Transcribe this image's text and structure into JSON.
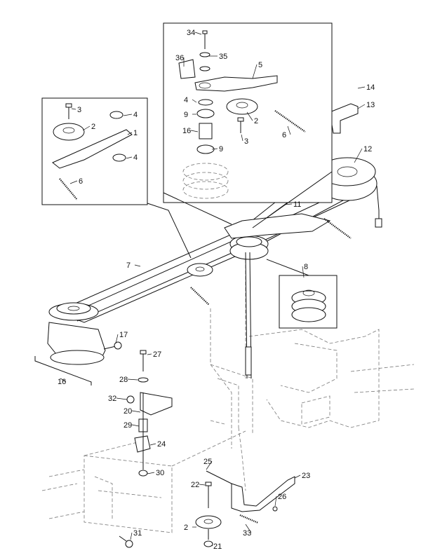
{
  "diagram": {
    "callouts": [
      {
        "id": "c34",
        "text": "34"
      },
      {
        "id": "c35",
        "text": "35"
      },
      {
        "id": "c36",
        "text": "36"
      },
      {
        "id": "c5",
        "text": "5"
      },
      {
        "id": "c4a",
        "text": "4"
      },
      {
        "id": "c9a",
        "text": "9"
      },
      {
        "id": "c16a",
        "text": "16"
      },
      {
        "id": "c9b",
        "text": "9"
      },
      {
        "id": "c2a",
        "text": "2"
      },
      {
        "id": "c3a",
        "text": "3"
      },
      {
        "id": "c6a",
        "text": "6"
      },
      {
        "id": "c14",
        "text": "14"
      },
      {
        "id": "c13",
        "text": "13"
      },
      {
        "id": "c12",
        "text": "12"
      },
      {
        "id": "c3b",
        "text": "3"
      },
      {
        "id": "c4b",
        "text": "4"
      },
      {
        "id": "c2b",
        "text": "2"
      },
      {
        "id": "c1",
        "text": "1"
      },
      {
        "id": "c4c",
        "text": "4"
      },
      {
        "id": "c6b",
        "text": "6"
      },
      {
        "id": "c11",
        "text": "11"
      },
      {
        "id": "c7",
        "text": "7"
      },
      {
        "id": "c8",
        "text": "8"
      },
      {
        "id": "c17",
        "text": "17"
      },
      {
        "id": "c16b",
        "text": "16"
      },
      {
        "id": "c27",
        "text": "27"
      },
      {
        "id": "c28",
        "text": "28"
      },
      {
        "id": "c32",
        "text": "32"
      },
      {
        "id": "c20",
        "text": "20"
      },
      {
        "id": "c29",
        "text": "29"
      },
      {
        "id": "c24",
        "text": "24"
      },
      {
        "id": "c30",
        "text": "30"
      },
      {
        "id": "c25",
        "text": "25"
      },
      {
        "id": "c22",
        "text": "22"
      },
      {
        "id": "c23",
        "text": "23"
      },
      {
        "id": "c26",
        "text": "26"
      },
      {
        "id": "c2c",
        "text": "2"
      },
      {
        "id": "c33",
        "text": "33"
      },
      {
        "id": "c31",
        "text": "31"
      },
      {
        "id": "c21",
        "text": "21"
      }
    ]
  }
}
